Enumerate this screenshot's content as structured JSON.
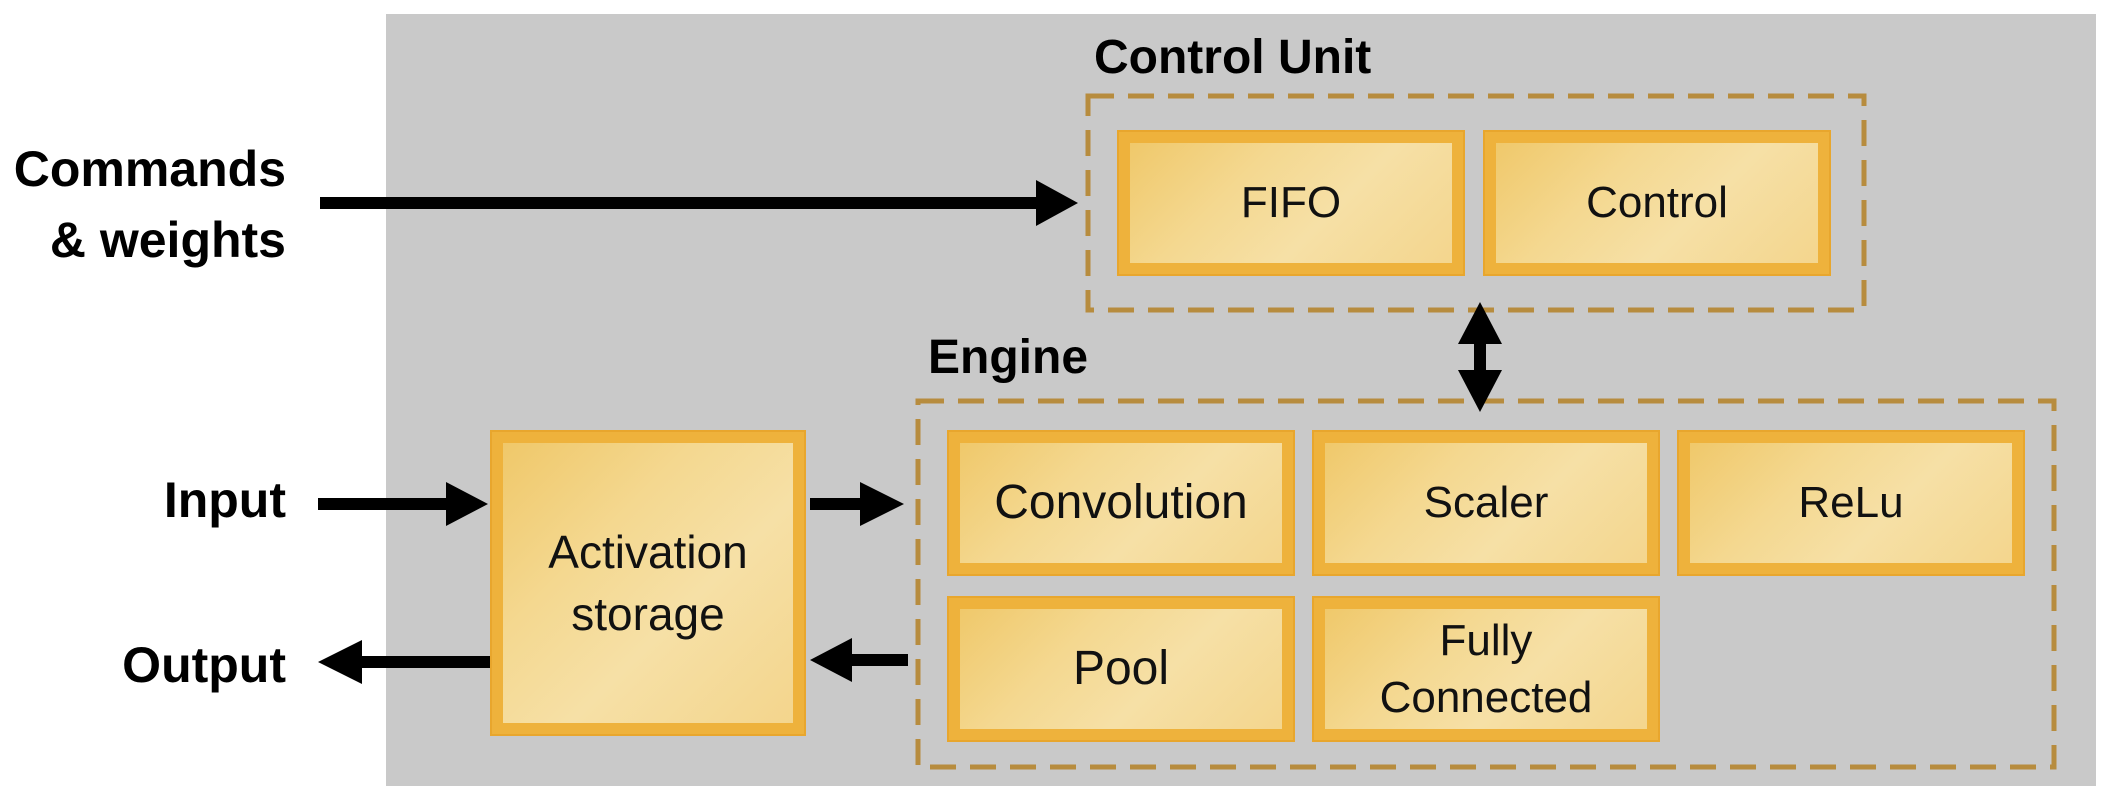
{
  "diagram": {
    "external": {
      "commands": "Commands\n& weights",
      "input": "Input",
      "output": "Output"
    },
    "control_unit": {
      "title": "Control Unit",
      "blocks": [
        "FIFO",
        "Control"
      ]
    },
    "engine": {
      "title": "Engine",
      "blocks": [
        "Convolution",
        "Scaler",
        "ReLu",
        "Pool",
        "Fully\nConnected"
      ]
    },
    "activation_storage": "Activation\nstorage"
  },
  "colors": {
    "panel": "#c9c9c9",
    "block_border": "#eeb23c",
    "block_fill": "#f4d890",
    "dashed_border": "#b78c3e",
    "arrow": "#000000"
  }
}
